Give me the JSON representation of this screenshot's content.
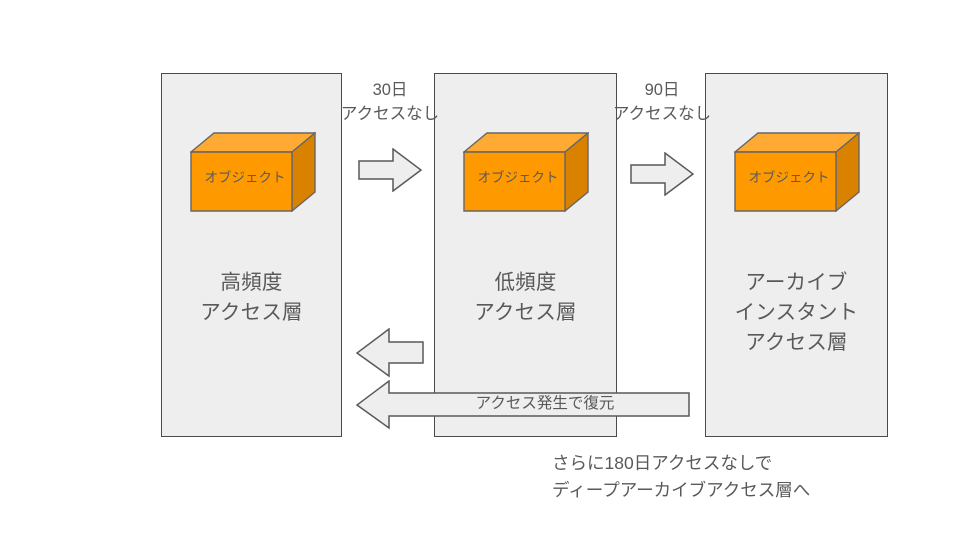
{
  "diagram": {
    "title": "S3 storage class lifecycle transition diagram",
    "colors": {
      "panel_fill": "#eeeeee",
      "panel_stroke": "#4a4a4a",
      "object_front": "#ff9900",
      "object_top": "#ffab33",
      "object_side": "#d98200",
      "object_stroke": "#666666",
      "arrow_fill": "#eeeeee",
      "arrow_stroke": "#595959",
      "text": "#595959"
    }
  },
  "tiers": [
    {
      "id": "hot",
      "label": "高頻度\nアクセス層",
      "object_label": "オブジェクト"
    },
    {
      "id": "cold",
      "label": "低頻度\nアクセス層",
      "object_label": "オブジェクト"
    },
    {
      "id": "archive",
      "label": "アーカイブ\nインスタント\nアクセス層",
      "object_label": "オブジェクト"
    }
  ],
  "transitions": [
    {
      "id": "hot-to-cold",
      "caption": "30日\nアクセスなし",
      "direction": "right"
    },
    {
      "id": "cold-to-archive",
      "caption": "90日\nアクセスなし",
      "direction": "right"
    },
    {
      "id": "cold-to-hot",
      "caption": "",
      "direction": "left"
    },
    {
      "id": "restore-to-hot",
      "caption": "アクセス発生で復元",
      "direction": "left"
    }
  ],
  "footnote": "さらに180日アクセスなしで\nディープアーカイブアクセス層へ"
}
